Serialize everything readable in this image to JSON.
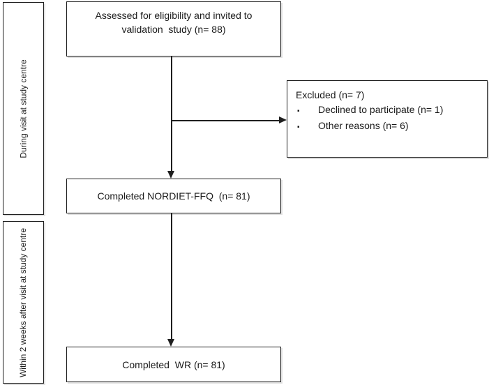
{
  "sidebar": {
    "phase1": {
      "label": "During visit at study centre"
    },
    "phase2": {
      "label": "Within 2 weeks after visit at study centre"
    }
  },
  "boxes": {
    "assessed": {
      "lines": [
        "Assessed for eligibility and invited to",
        "validation  study (n= 88)"
      ]
    },
    "excluded": {
      "title": "Excluded (n= 7)",
      "bullet_char": "▪",
      "items": [
        "Declined to participate (n= 1)",
        "Other reasons (n= 6)"
      ]
    },
    "ffq": {
      "label": "Completed NORDIET-FFQ  (n= 81)"
    },
    "wr": {
      "label": "Completed  WR (n= 81)"
    }
  },
  "colors": {
    "background": "#ffffff",
    "border": "#1f1f1f",
    "text": "#1a1a1a",
    "arrow": "#1f1f1f"
  }
}
